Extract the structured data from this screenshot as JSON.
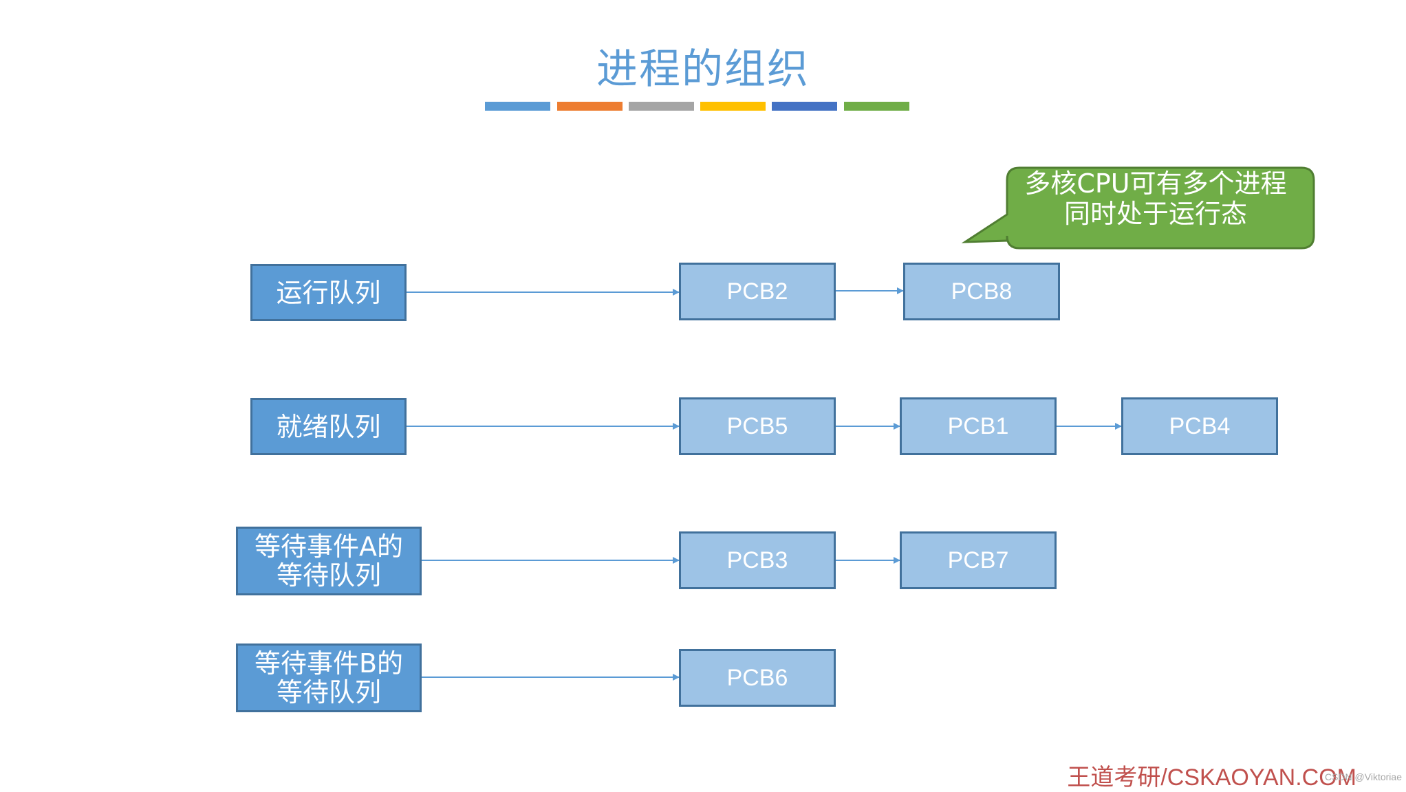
{
  "title": "进程的组织",
  "color_bars": [
    "#5b9bd5",
    "#ed7d31",
    "#a5a5a5",
    "#ffc000",
    "#4472c4",
    "#70ad47"
  ],
  "queues": {
    "running": "运行队列",
    "ready": "就绪队列",
    "wait_a": "等待事件A的\n等待队列",
    "wait_b": "等待事件B的\n等待队列"
  },
  "pcbs": {
    "pcb2": "PCB2",
    "pcb8": "PCB8",
    "pcb5": "PCB5",
    "pcb1": "PCB1",
    "pcb4": "PCB4",
    "pcb3": "PCB3",
    "pcb7": "PCB7",
    "pcb6": "PCB6"
  },
  "callout": "多核CPU可有多个进程\n同时处于运行态",
  "footer": "王道考研/CSKAOYAN.COM",
  "watermark": "CSDN @Viktoriae",
  "colors": {
    "queue_fill": "#5b9bd5",
    "pcb_fill": "#9dc3e6",
    "border": "#41719c",
    "callout_fill": "#70ad47",
    "title": "#5b9bd5",
    "footer": "#c0504d"
  }
}
